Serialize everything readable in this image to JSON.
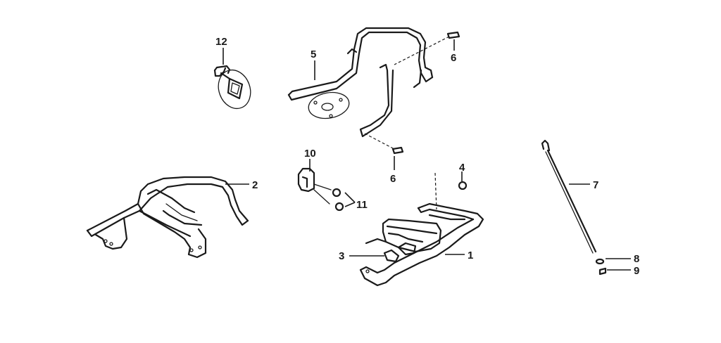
{
  "callouts": {
    "c1": "1",
    "c2": "2",
    "c3": "3",
    "c4": "4",
    "c5": "5",
    "c6a": "6",
    "c6b": "6",
    "c7": "7",
    "c8": "8",
    "c9": "9",
    "c10": "10",
    "c11": "11",
    "c12": "12"
  },
  "colors": {
    "line": "#1a1a1a",
    "background": "#ffffff"
  }
}
